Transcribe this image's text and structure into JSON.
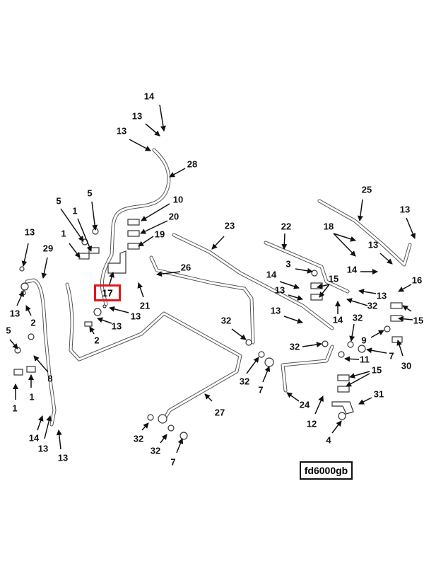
{
  "callouts": [
    "14",
    "13",
    "13",
    "28",
    "5",
    "5",
    "1",
    "1",
    "10",
    "20",
    "19",
    "23",
    "22",
    "25",
    "13",
    "18",
    "13",
    "14",
    "26",
    "3",
    "14",
    "15",
    "13",
    "13",
    "16",
    "32",
    "13",
    "14",
    "15",
    "21",
    "13",
    "13",
    "2",
    "13",
    "29",
    "13",
    "2",
    "5",
    "8",
    "1",
    "1",
    "14",
    "13",
    "13",
    "32",
    "32",
    "7",
    "32",
    "32",
    "9",
    "7",
    "30",
    "11",
    "15",
    "31",
    "24",
    "12",
    "4",
    "27",
    "32",
    "32",
    "7"
  ],
  "highlighted_callout": "17",
  "drawing_code": "fd6000gb",
  "highlight_color": "#e3161b"
}
